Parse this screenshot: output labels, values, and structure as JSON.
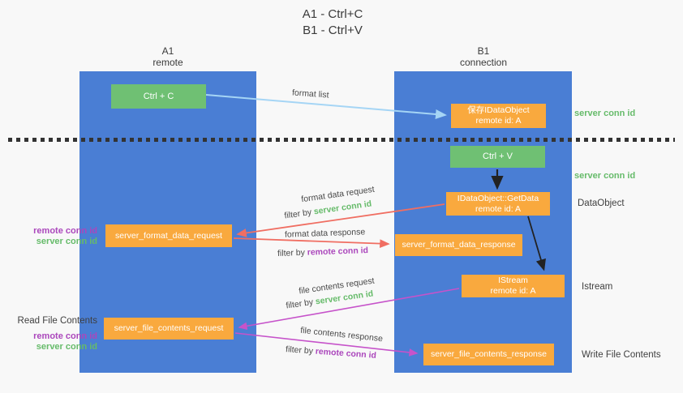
{
  "title": {
    "line1": "A1 - Ctrl+C",
    "line2": "B1 - Ctrl+V"
  },
  "lanes": {
    "a1": {
      "name": "A1",
      "subtitle": "remote"
    },
    "b1": {
      "name": "B1",
      "subtitle": "connection"
    }
  },
  "nodes": {
    "ctrl_c": {
      "label": "Ctrl + C"
    },
    "ctrl_v": {
      "label": "Ctrl + V"
    },
    "save_dataobject": {
      "line1": "保存IDataObject",
      "line2": "remote id: A"
    },
    "getdata": {
      "line1": "IDataObject::GetData",
      "line2": "remote id: A"
    },
    "istream": {
      "line1": "IStream",
      "line2": "remote id: A"
    },
    "server_format_data_request": {
      "label": "server_format_data_request"
    },
    "server_format_data_response": {
      "label": "server_format_data_response"
    },
    "server_file_contents_request": {
      "label": "server_file_contents_request"
    },
    "server_file_contents_response": {
      "label": "server_file_contents_response"
    }
  },
  "edge_labels": {
    "format_list": "format list",
    "format_data_request": "format data request",
    "format_data_response": "format data response",
    "file_contents_request": "file contents request",
    "file_contents_response": "file contents response",
    "filter_by": "filter by ",
    "server_conn_id": "server conn id",
    "remote_conn_id": "remote conn id"
  },
  "side_labels": {
    "server_conn_id": "server conn id",
    "remote_conn_id": "remote conn id",
    "dataobject": "DataObject",
    "istream": "Istream",
    "read_file_contents": "Read File Contents",
    "write_file_contents": "Write File Contents"
  },
  "colors": {
    "lane_blue": "#4a7ed4",
    "node_green": "#6fc073",
    "node_orange": "#f9a93e",
    "arrow_lightblue": "#a5d5f5",
    "arrow_red": "#f06e62",
    "arrow_magenta": "#c653ca",
    "arrow_black": "#222222",
    "text_green": "#66bb6a",
    "text_purple": "#ab47bc",
    "background": "#f8f8f8"
  }
}
